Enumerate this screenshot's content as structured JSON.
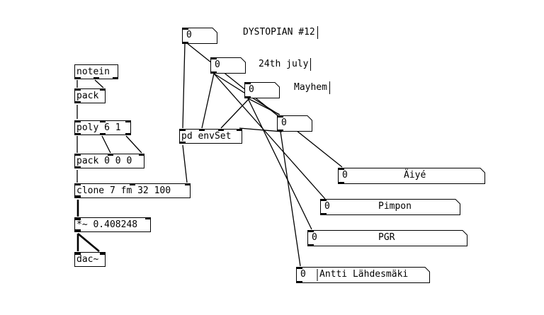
{
  "patch": {
    "objects": {
      "notein": "notein",
      "pack": "pack",
      "poly": "poly 6 1",
      "pack4": "pack 0 0 0",
      "clone": "clone 7 fm 32 100",
      "mult": "*~ 0.408248",
      "dac": "dac~",
      "envset": "pd envSet"
    },
    "comments": {
      "title": "DYSTOPIAN #12",
      "date": "24th july",
      "subtitle": "Mayhem"
    },
    "numbers": {
      "n1": "0",
      "n2": "0",
      "n3": "0",
      "n4": "0",
      "aiye": "0",
      "pimpon": "0",
      "pgr": "0",
      "antti": "0"
    },
    "number_labels": {
      "aiye": "Äiyé",
      "pimpon": "Pimpon",
      "pgr": "PGR",
      "antti": "Antti Lähdesmäki"
    }
  }
}
